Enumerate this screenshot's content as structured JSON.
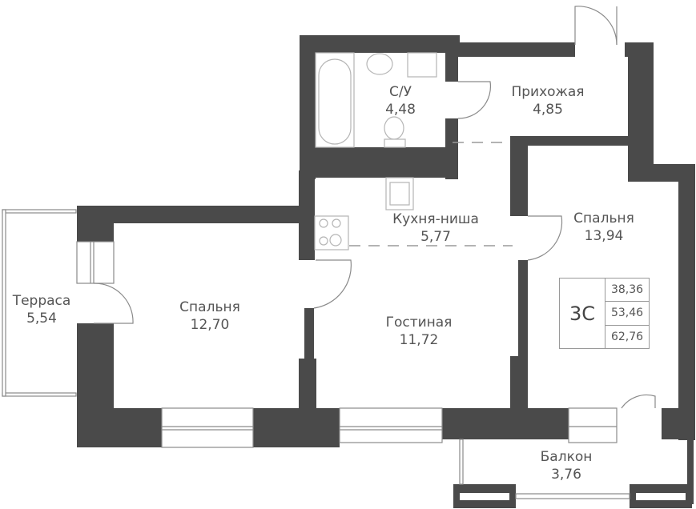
{
  "plan": {
    "apartment_type": "3С",
    "areas": {
      "living": "38,36",
      "total": "53,46",
      "total_with_outdoor": "62,76"
    },
    "colors": {
      "wall": "#4a4a4a",
      "line": "#8a8a8a",
      "text": "#555555"
    },
    "rooms": [
      {
        "id": "bathroom",
        "name": "С/У",
        "area": "4,48"
      },
      {
        "id": "hallway",
        "name": "Прихожая",
        "area": "4,85"
      },
      {
        "id": "kitchen",
        "name": "Кухня-ниша",
        "area": "5,77"
      },
      {
        "id": "bedroom-right",
        "name": "Спальня",
        "area": "13,94"
      },
      {
        "id": "terrace",
        "name": "Терраса",
        "area": "5,54"
      },
      {
        "id": "bedroom-left",
        "name": "Спальня",
        "area": "12,70"
      },
      {
        "id": "living-room",
        "name": "Гостиная",
        "area": "11,72"
      },
      {
        "id": "balcony",
        "name": "Балкон",
        "area": "3,76"
      }
    ]
  }
}
